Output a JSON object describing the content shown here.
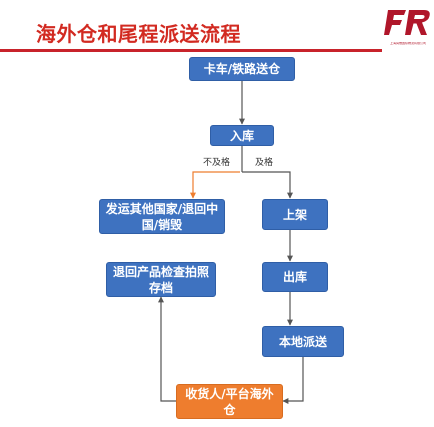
{
  "header": {
    "title": "海外仓和尾程派送流程",
    "accent_color": "#c8232b"
  },
  "logo": {
    "mark": "FR",
    "caption": "上海润维国际物流有限公司"
  },
  "flowchart": {
    "nodes": {
      "truck_rail": "卡车/铁路送仓",
      "inbound": "入库",
      "reship": "发运其他国家/退回中国/销毁",
      "return_check": "退回产品检查拍照存档",
      "shelving": "上架",
      "outbound": "出库",
      "local_delivery": "本地派送",
      "receiver": "收货人/平台海外仓"
    },
    "edge_labels": {
      "fail": "不及格",
      "pass": "及格"
    },
    "colors": {
      "process_node": "#3e72c0",
      "terminal_node": "#ee7d2e",
      "fail_path": "#ee7d2e",
      "connector": "#555555"
    }
  }
}
